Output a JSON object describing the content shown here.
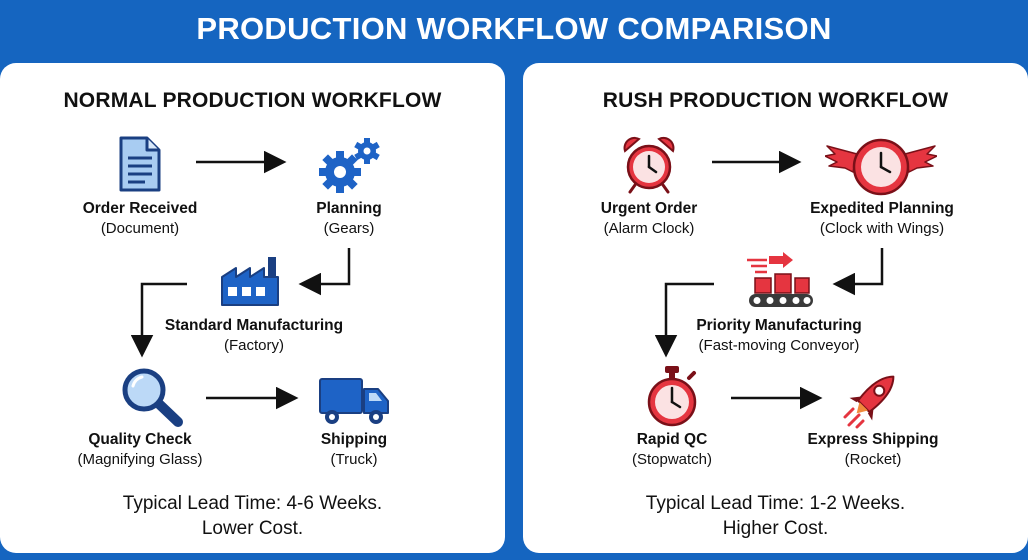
{
  "title": "PRODUCTION WORKFLOW COMPARISON",
  "colors": {
    "background": "#1565c0",
    "normal_accent": "#1e63c6",
    "rush_accent": "#e53540"
  },
  "normal": {
    "title": "NORMAL PRODUCTION WORKFLOW",
    "steps": [
      {
        "name": "Order Received",
        "desc": "(Document)",
        "icon": "document-icon"
      },
      {
        "name": "Planning",
        "desc": "(Gears)",
        "icon": "gears-icon"
      },
      {
        "name": "Standard Manufacturing",
        "desc": "(Factory)",
        "icon": "factory-icon"
      },
      {
        "name": "Quality Check",
        "desc": "(Magnifying Glass)",
        "icon": "magnifying-glass-icon"
      },
      {
        "name": "Shipping",
        "desc": "(Truck)",
        "icon": "truck-icon"
      }
    ],
    "footer_line1": "Typical Lead Time: 4-6 Weeks.",
    "footer_line2": "Lower Cost."
  },
  "rush": {
    "title": "RUSH PRODUCTION WORKFLOW",
    "steps": [
      {
        "name": "Urgent Order",
        "desc": "(Alarm Clock)",
        "icon": "alarm-clock-icon"
      },
      {
        "name": "Expedited Planning",
        "desc": "(Clock with Wings)",
        "icon": "winged-clock-icon"
      },
      {
        "name": "Priority Manufacturing",
        "desc": "(Fast-moving Conveyor)",
        "icon": "conveyor-icon"
      },
      {
        "name": "Rapid QC",
        "desc": "(Stopwatch)",
        "icon": "stopwatch-icon"
      },
      {
        "name": "Express Shipping",
        "desc": "(Rocket)",
        "icon": "rocket-icon"
      }
    ],
    "footer_line1": "Typical Lead Time: 1-2 Weeks.",
    "footer_line2": "Higher Cost."
  }
}
